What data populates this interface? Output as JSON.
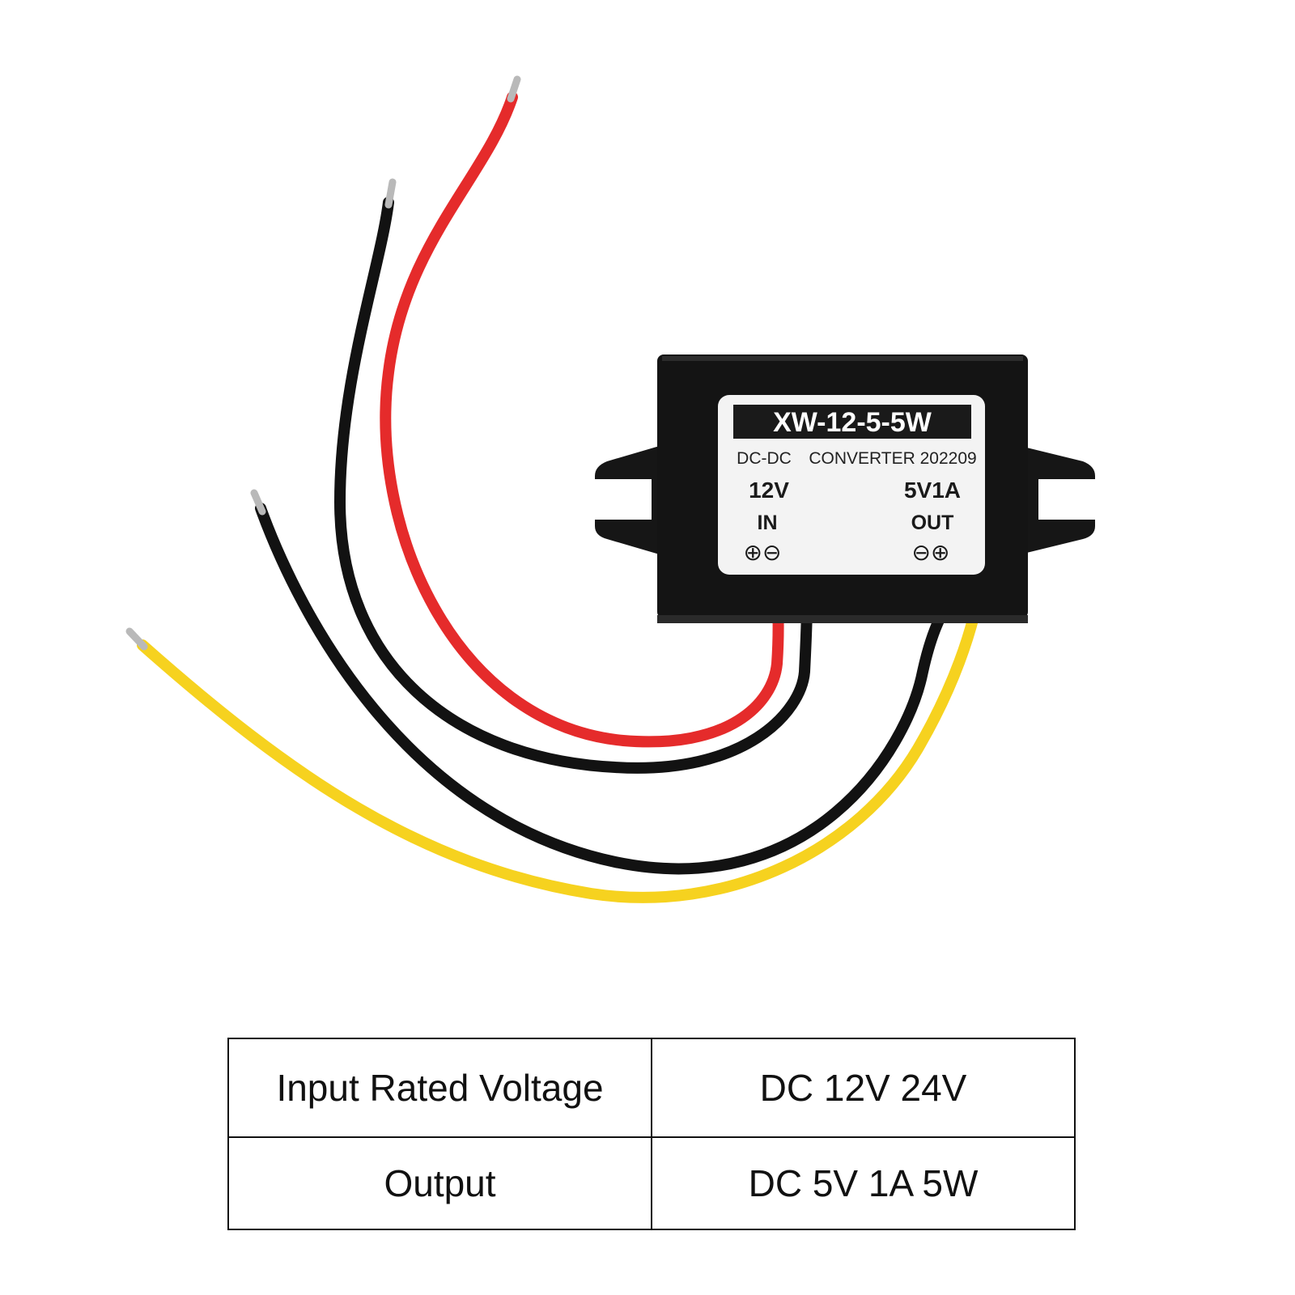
{
  "product": {
    "model": "XW-12-5-5W",
    "line1_left": "DC-DC",
    "line1_right": "CONVERTER 202209",
    "input_voltage_label": "12V",
    "input_label": "IN",
    "input_polarity": "⊕⊖",
    "output_rating_label": "5V1A",
    "output_label": "OUT",
    "output_polarity": "⊖⊕",
    "colors": {
      "housing": "#141414",
      "label_background": "#f3f3f3",
      "wire_red": "#e52b2b",
      "wire_black": "#121212",
      "wire_yellow": "#f6d21f"
    }
  },
  "spec_table": {
    "rows": [
      {
        "label": "Input Rated Voltage",
        "value": "DC 12V 24V"
      },
      {
        "label": "Output",
        "value": "DC 5V 1A 5W"
      }
    ]
  }
}
